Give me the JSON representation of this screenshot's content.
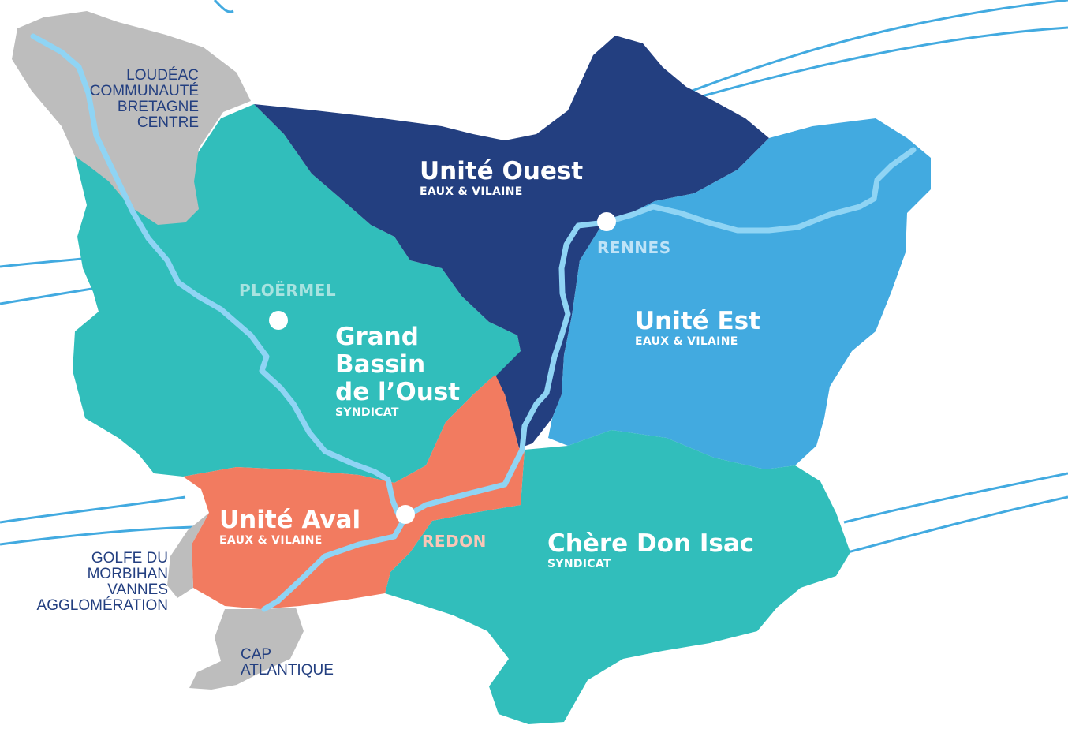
{
  "colors": {
    "background": "#ffffff",
    "external_territory": "#bdbdbd",
    "grand_bassin": "#31bebb",
    "unite_ouest": "#233f80",
    "unite_est": "#42aae0",
    "unite_aval": "#f27b60",
    "chere_don_isac": "#31bebb",
    "river": "#8fd4f4",
    "wave_lines": "#42aae0",
    "external_label": "#233f80",
    "city_dot": "#ffffff"
  },
  "external_territories": {
    "loudeac": [
      "LOUDÉAC",
      "COMMUNAUTÉ",
      "BRETAGNE",
      "CENTRE"
    ],
    "golfe": [
      "GOLFE DU",
      "MORBIHAN",
      "VANNES",
      "AGGLOMÉRATION"
    ],
    "cap": [
      "CAP",
      "ATLANTIQUE"
    ]
  },
  "zones": {
    "ouest": {
      "title": "Unité Ouest",
      "subtitle": "EAUX & VILAINE"
    },
    "est": {
      "title": "Unité Est",
      "subtitle": "EAUX & VILAINE"
    },
    "grand_bassin": {
      "title_lines": [
        "Grand",
        "Bassin",
        "de l’Oust"
      ],
      "subtitle": "SYNDICAT"
    },
    "aval": {
      "title": "Unité Aval",
      "subtitle": "EAUX & VILAINE"
    },
    "chere": {
      "title": "Chère Don Isac",
      "subtitle": "SYNDICAT"
    }
  },
  "cities": {
    "rennes": {
      "name": "RENNES",
      "color": "#bfe3f7"
    },
    "ploermel": {
      "name": "PLOËRMEL",
      "color": "#a8e3e0"
    },
    "redon": {
      "name": "REDON",
      "color": "#fbc5b6"
    }
  }
}
